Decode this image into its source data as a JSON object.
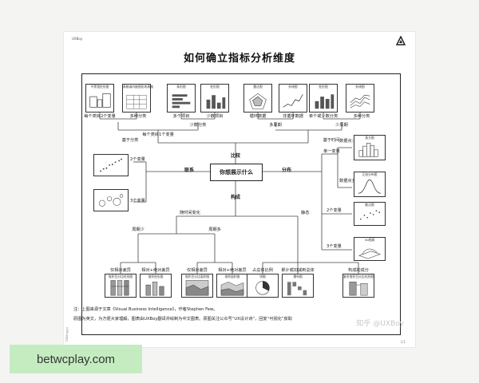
{
  "doc": {
    "brand": "UXBoy",
    "title": "如何确立指标分析维度",
    "note1": "注：上图来源于文章《Visual Business Intelligence》，作者Stephen Few。",
    "note2": "原图为英文，为方便大家理解，图表由UXBoy翻译并绘制为中文图表。原图关注公众号“UX设计诗”，回复“可视化”获取",
    "watermark": "知乎 @UXBoy",
    "side_text": "UXBoy设计",
    "page_no": "1/1"
  },
  "banner": {
    "text": "betwcplay.com"
  },
  "diagram": {
    "center": "你想展示什么",
    "main": {
      "compare": "比较",
      "relation": "联系",
      "distribution": "分布",
      "composition": "构成"
    },
    "compare_branches": {
      "by_category": "基于分类",
      "by_time": "基于时间"
    },
    "compare_mid": {
      "one_var_per_item": "每个类目1个变量",
      "few_categories": "少数分类",
      "many_periods": "多周期"
    },
    "compare_low": {
      "cat_two_vars": "每个类目2个变量",
      "many_cats": "多种分类",
      "many_items": "多个项目",
      "few_items": "少数项目",
      "cyclic": "循环数据",
      "non_cyclic": "非循环数据",
      "single_or_few": "单个或少数分类",
      "many_kinds": "多种分类",
      "few_periods": "少周期"
    },
    "top_charts": [
      "不等宽柱形图",
      "表格或内嵌图形的表格",
      "条形图",
      "柱形图",
      "雷达图",
      "折线图",
      "柱形图",
      "折线图"
    ],
    "relation_charts": {
      "two_vars": "2个变量",
      "three_vars": "3个变量"
    },
    "distribution": {
      "one_var": "单一变量",
      "points_few": "数据点少",
      "points_many": "数据点多",
      "two_vars": "2个变量",
      "three_vars": "3个变量"
    },
    "distribution_charts": [
      "直方图",
      "正态分布图",
      "散点图",
      "3D图表"
    ],
    "composition": {
      "change_over_time": "随时间变化",
      "static": "静态",
      "few_periods": "周期少",
      "many_periods": "周期多"
    },
    "comp_low": [
      "仅相对差异",
      "相对+绝对差异",
      "仅相对差异",
      "相对+绝对差异",
      "占总体比例",
      "累计或扣减到总体",
      "构成的成分"
    ],
    "comp_charts": [
      "堆积百分比柱形图",
      "堆积柱形图",
      "堆积百分比面积图",
      "堆积面积图",
      "饼图",
      "瀑布图",
      "复合堆积百分比柱形图"
    ]
  }
}
